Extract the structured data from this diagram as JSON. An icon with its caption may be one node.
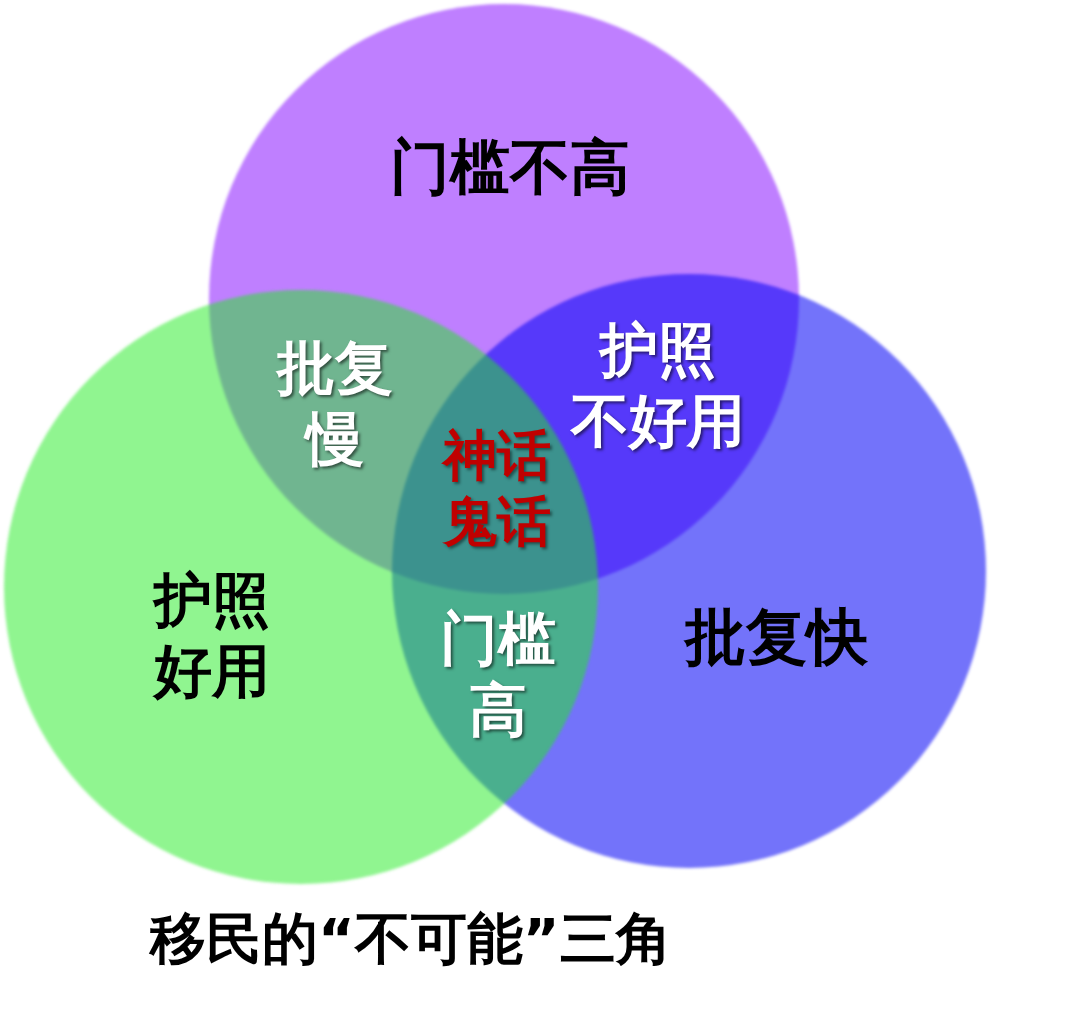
{
  "diagram": {
    "title": "移民的“不可能”三角",
    "nodes": [
      {
        "text": [
          "门槛不高"
        ]
      },
      {
        "text": [
          "护照好用"
        ]
      },
      {
        "text": [
          "批复快"
        ]
      }
    ],
    "labels": [
      "批复慢",
      "护照不好用",
      "神话鬼话",
      "门槛高"
    ]
  }
}
